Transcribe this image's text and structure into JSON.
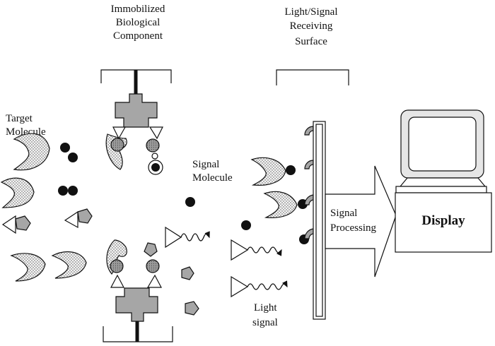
{
  "labels": {
    "immobilized_1": "Immobilized",
    "immobilized_2": "Biological",
    "immobilized_3": "Component",
    "surface_1": "Light/Signal",
    "surface_2": "Receiving",
    "surface_3": "Surface",
    "target_1": "Target",
    "target_2": "Molecule",
    "signal_molecule_1": "Signal",
    "signal_molecule_2": "Molecule",
    "light_signal_1": "Light",
    "light_signal_2": "signal",
    "processing_1": "Signal",
    "processing_2": "Processing",
    "display": "Display"
  },
  "colors": {
    "protein_gray": "#a6a6a6",
    "dotted_fill": "#f2f2f2",
    "dot_color": "#555555",
    "ink": "#111111"
  },
  "icons": [
    "boomerang-target-molecule",
    "pentagon-molecule",
    "signal-dot",
    "light-triangle-wave",
    "receptor-cup",
    "computer-monitor"
  ]
}
